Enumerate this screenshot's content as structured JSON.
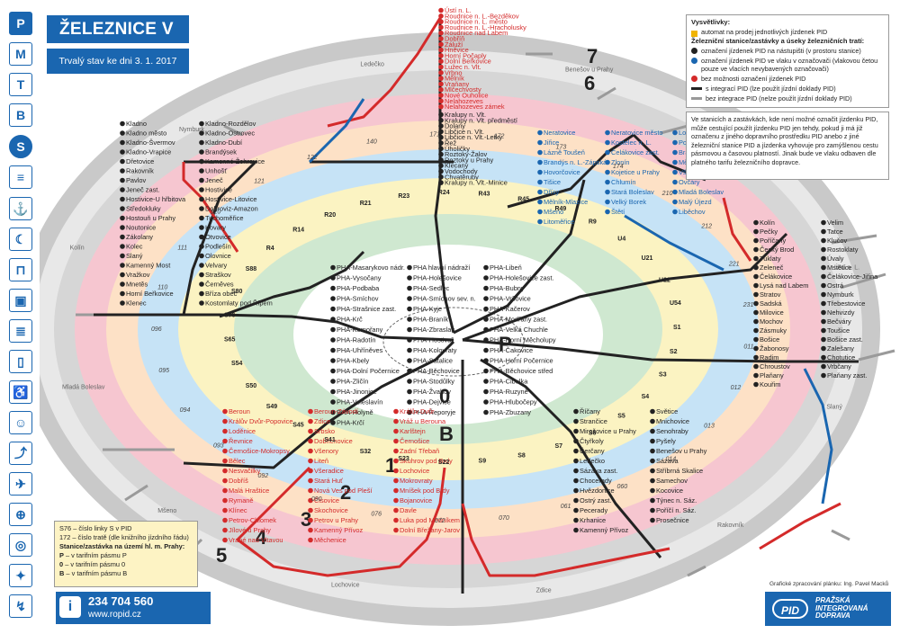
{
  "header": {
    "title": "ŽELEZNICE V PID",
    "state": "Trvalý stav ke dni 3. 1. 2017"
  },
  "sidebar": {
    "items": [
      "pid-logo",
      "metro",
      "tram",
      "bus",
      "train-s",
      "train-r",
      "ferry",
      "night",
      "funicular",
      "bus-regional",
      "info",
      "transfer",
      "accessibility",
      "family",
      "escalator",
      "airport",
      "stroller",
      "bike",
      "dog",
      "walk"
    ]
  },
  "legend": {
    "title": "Vysvětlivky:",
    "ticket_machine": "automat na prodej jednotlivých jízdenek PID",
    "stations_title": "Železniční stanice/zastávky a úseky železničních tratí:",
    "black": "označení jízdenek PID na nástupišti (v prostoru stanice)",
    "blue": "označení jízdenek PID ve vlaku v označovači (vlakovou četou pouze ve vlacích nevybavených označovači)",
    "red": "bez možnosti označení jízdenek PID",
    "with_integration": "s integrací PID (lze použít jízdní doklady PID)",
    "without_integration": "bez integrace PID (nelze použít jízdní doklady PID)",
    "colors": {
      "black": "#222222",
      "blue": "#1a66b0",
      "red": "#d42a2a",
      "grey": "#999999"
    }
  },
  "note": "Ve stanicích a zastávkách, kde není možné označit jízdenku PID, může cestující použít jízdenku PID jen tehdy, pokud ji má již označenu z jiného dopravního prostředku PID anebo z jiné železniční stanice PID a jízdenka vyhovuje pro zamýšlenou cestu pásmovou a časovou platností. Jinak bude ve vlaku odbaven dle platného tarifu železničního dopravce.",
  "keybox": {
    "line_number": "S76 – číslo linky S v PID",
    "track_number": "172 – číslo tratě (dle knižního jízdního řádu)",
    "zones_title": "Stanice/zastávka na území hl. m. Prahy:",
    "zone_p": "– v tarifním pásmu P",
    "zone_0": "– v tarifním pásmu 0",
    "zone_b": "– v tarifním pásmu B"
  },
  "contact": {
    "phone": "234 704 560",
    "web": "www.ropid.cz"
  },
  "credit": "Grafické zpracování plánku: Ing. Pavel Macků",
  "logo": {
    "short": "PID",
    "l1": "PRAŽSKÁ",
    "l2": "INTEGROVANÁ",
    "l3": "DOPRAVA"
  },
  "zones": [
    "P",
    "0",
    "B",
    "1",
    "2",
    "3",
    "4",
    "5",
    "6",
    "7"
  ],
  "stations": {
    "center": [
      "PHA-Masarykovo nádr.",
      "PHA hlavní nádraží",
      "PHA-Libeň",
      "PHA-Vysočany",
      "PHA-Holešovice",
      "PHA-Holešovice zast.",
      "PHA-Podbaba",
      "PHA-Sedlec",
      "PHA-Bubny",
      "PHA-Smíchov",
      "PHA-Smíchov sev. n.",
      "PHA-Vršovice",
      "PHA-Strašnice zast.",
      "PHA-Kyje",
      "PHA-Kačerov",
      "PHA-Krč",
      "PHA-Braník",
      "PHA-Modřany zast.",
      "PHA-Komořany",
      "PHA-Zbraslav",
      "PHA-Velká Chuchle",
      "PHA-Radotín",
      "PHA-Hostivař",
      "PHA-Horní Měcholupy",
      "PHA-Uhříněves",
      "PHA-Kolovraty",
      "PHA-Čakovice",
      "PHA-Kbely",
      "PHA-Satalice",
      "PHA-Horní Počernice",
      "PHA-Dolní Počernice",
      "PHA-Běchovice",
      "PHA-Běchovice střed",
      "PHA-Zličín",
      "PHA-Stodůlky",
      "PHA-Cibulka",
      "PHA-Jinonice",
      "PHA-Žvahov",
      "PHA-Ruzyně",
      "PHA-Veleslavín",
      "PHA-Dejvice",
      "PHA-Hlubočepy",
      "PHA-Holyně",
      "PHA-Řeporyje",
      "PHA-Zbuzany",
      "PHA-Krčí"
    ],
    "north": [
      "Ústí n. L.",
      "Roudnice n. L.-Bezděkov",
      "Roudnice n. L. město",
      "Roudnice n. L.-Hracholusky",
      "Roudnice nad Labem",
      "Dobříň",
      "Záluží",
      "Hněvice",
      "Horní Počaply",
      "Dolní Beřkovice",
      "Lužec n. Vlt.",
      "Vrbno",
      "Mělník",
      "Vraňany",
      "Mlčechvosty",
      "Nové Ouholice",
      "Nelahozeves",
      "Nelahozeves zámek",
      "Kralupy n. Vlt.",
      "Kralupy n. Vlt. předměstí",
      "Dolany",
      "Libčice n. Vlt.",
      "Libčice n. Vlt.-Letky",
      "Řež",
      "Úholičky",
      "Roztoky-Žalov",
      "Roztoky u Prahy",
      "Klecany",
      "Vodochody",
      "Chvatěruby",
      "Kralupy n. Vlt.-Minice"
    ],
    "west": [
      "Kladno",
      "Kladno-Rozdělov",
      "Kladno město",
      "Kladno-Ostrovec",
      "Kladno-Švermov",
      "Kladno-Dubí",
      "Kladno-Vrapice",
      "Brandýsek",
      "Dřetovice",
      "Kamenné Žehrovice",
      "Rakovník",
      "Unhošť",
      "Pavlov",
      "Jeneč",
      "Jeneč zast.",
      "Hostivice",
      "Hostivice-U hřbitova",
      "Hostivice-Litovice",
      "Středokluky",
      "Dobroviz-Amazon",
      "Hostouň u Prahy",
      "Tuchoměřice",
      "Noutonice",
      "Kovary",
      "Zákolany",
      "Otvovice",
      "Kolec",
      "Podlešín",
      "Slaný",
      "Olovnice",
      "Kamenný Most",
      "Velvary",
      "Vražkov",
      "Straškov",
      "Mnetěs",
      "Černěves",
      "Horní Beřkovice",
      "Bříza obec",
      "Klenec",
      "Kostomlaty pod Řípem"
    ],
    "south": [
      "Beroun",
      "Beroun-Závodí",
      "Králův Dvůr",
      "Králův Dvůr-Popovice",
      "Zdice",
      "Vráž u Berouna",
      "Loděnice",
      "Srbsko",
      "Karlštejn",
      "Řevnice",
      "Dobřichovice",
      "Černošice",
      "Černošice-Mokropsy",
      "Všenory",
      "Zadní Třebaň",
      "Bělec",
      "Liteň",
      "Skuhrov pod Brdy",
      "Nesvačilky",
      "Všeradice",
      "Lochovice",
      "Dobříš",
      "Stará Huť",
      "Mokrovraty",
      "Malá Hraštice",
      "Nová Ves pod Pleší",
      "Mníšek pod Brdy",
      "Rymaně",
      "Čisovice",
      "Bojanovice",
      "Klínec",
      "Skochovice",
      "Davle",
      "Petrov-Chlomek",
      "Petrov u Prahy",
      "Luka pod Medníkem",
      "Jílové u Prahy",
      "Kamenný Přívoz",
      "Dolní Břežany-Jarov",
      "Vrané nad Vltavou",
      "Měchenice"
    ],
    "east": [
      "Kolín",
      "Velim",
      "Pečky",
      "Tatce",
      "Poříčany",
      "Klučov",
      "Český Brod",
      "Rostoklaty",
      "Tuklaty",
      "Úvaly",
      "Zeleneč",
      "Mstětice",
      "Čelákovice",
      "Čelákovice-Jiřina",
      "Lysá nad Labem",
      "Ostrá",
      "Stratov",
      "Nymburk",
      "Sadská",
      "Třebestovice",
      "Milovice",
      "Nehvizdy",
      "Mochov",
      "Bečváry",
      "Zásmuky",
      "Toušice",
      "Bošice",
      "Bošice zast.",
      "Žabonosy",
      "Zalešany",
      "Radim",
      "Chotutice",
      "Chroustov",
      "Vrbčany",
      "Plaňany",
      "Plaňany zast.",
      "Kouřim"
    ],
    "southeast": [
      "Říčany",
      "Světice",
      "Strančice",
      "Mnichovice",
      "Mirošovice u Prahy",
      "Senohraby",
      "Čtyřkoly",
      "Pyšely",
      "Čerčany",
      "Benešov u Prahy",
      "Ledečko",
      "Sázava",
      "Sázava zast.",
      "Stříbrná Skalice",
      "Chocerady",
      "Samechov",
      "Hvězdonice",
      "Kocovice",
      "Ostrý zast.",
      "Týnec n. Sáz.",
      "Pecerady",
      "Poříčí n. Sáz.",
      "Krhanice",
      "Prosečnice",
      "Kamenný Přívoz"
    ],
    "northeast": [
      "Neratovice",
      "Neratovice město",
      "Lobkovice",
      "Jiřice",
      "Kostelec n. L.",
      "Poleradý n. L.",
      "Lázně Toušeň",
      "Čelákovice zast.",
      "Brandýs n. L.",
      "Brandýs n. L.-Zápská",
      "Zlonín",
      "Měšice u Prahy",
      "Hovorčovice",
      "Kojetice u Prahy",
      "Všetaty",
      "Tišice",
      "Chlumín",
      "Ovčáry",
      "Dřísy",
      "Stará Boleslav",
      "Mladá Boleslav",
      "Mělník-Mlazice",
      "Velký Borek",
      "Malý Újezd",
      "Mšeno",
      "Štětí",
      "Liběchov",
      "Litoměřice"
    ]
  },
  "line_labels": [
    "S1",
    "S2",
    "S3",
    "S4",
    "S5",
    "S6",
    "S7",
    "S8",
    "S9",
    "S22",
    "S23",
    "S32",
    "S41",
    "S45",
    "S49",
    "S50",
    "S54",
    "S65",
    "S76",
    "S80",
    "S88",
    "R4",
    "R14",
    "R20",
    "R21",
    "R23",
    "R24",
    "R43",
    "R45",
    "R49",
    "R9",
    "U4",
    "U21",
    "U22",
    "U54"
  ],
  "track_labels": [
    "011",
    "012",
    "013",
    "014",
    "060",
    "061",
    "070",
    "072",
    "076",
    "090",
    "092",
    "093",
    "094",
    "095",
    "096",
    "110",
    "111",
    "120",
    "121",
    "122",
    "140",
    "171",
    "172",
    "173",
    "174",
    "210",
    "212",
    "221",
    "231"
  ],
  "direction_labels": [
    "Slaný",
    "Rakovník",
    "Zdice",
    "Lochovice",
    "Mšeno",
    "Mladá Boleslav",
    "Kolín",
    "Nymburk",
    "Ledečko",
    "Benešov u Prahy",
    "Litoměřice",
    "Ústí n. L."
  ]
}
